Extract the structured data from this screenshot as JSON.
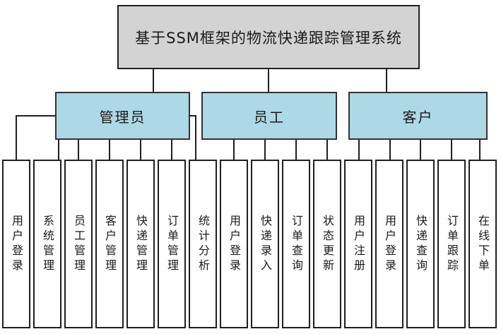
{
  "diagram": {
    "title": "基于SSM框架的物流快递跟踪管理系统",
    "roles": [
      {
        "label": "管理员",
        "children": [
          "用户登录",
          "系统管理",
          "员工管理",
          "客户管理",
          "快递管理",
          "订单管理",
          "统计分析"
        ]
      },
      {
        "label": "员工",
        "children": [
          "用户登录",
          "快递录入",
          "订单查询",
          "状态更新"
        ]
      },
      {
        "label": "客户",
        "children": [
          "用户注册",
          "用户登录",
          "快递查询",
          "订单跟踪",
          "在线下单"
        ]
      }
    ],
    "colors": {
      "background": "#ffffff",
      "title_fill": "#d3d3d3",
      "role_fill": "#add8e6",
      "border": "#1f1f1f",
      "line": "#1f1f1f"
    }
  }
}
